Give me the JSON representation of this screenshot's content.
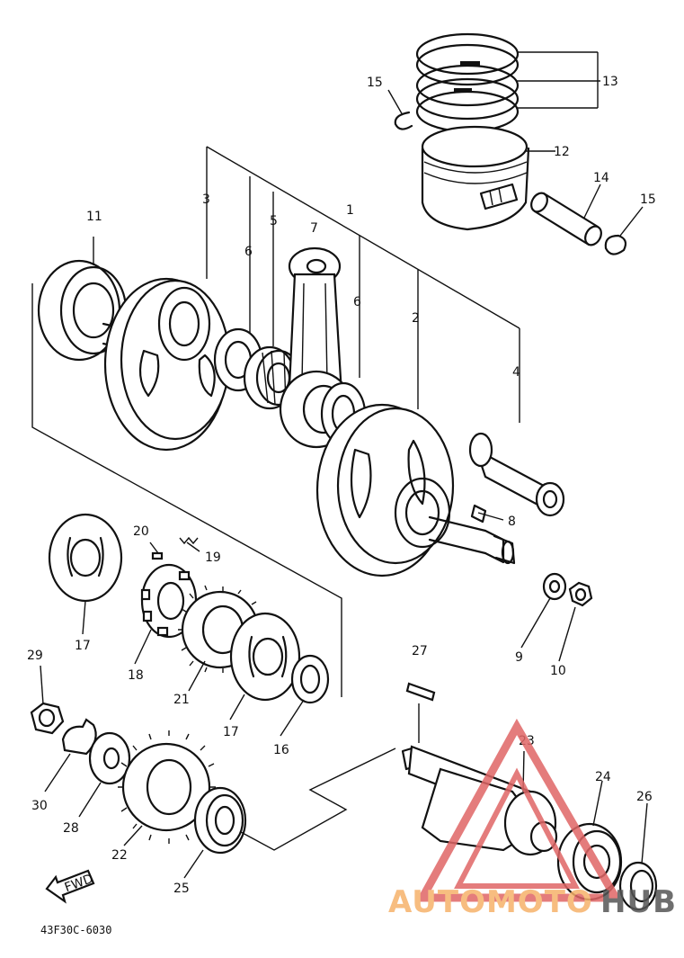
{
  "diagram": {
    "labels": {
      "p1": "1",
      "p2": "2",
      "p3": "3",
      "p4": "4",
      "p5": "5",
      "p6a": "6",
      "p6b": "6",
      "p7": "7",
      "p8": "8",
      "p9": "9",
      "p10": "10",
      "p11": "11",
      "p12": "12",
      "p13": "13",
      "p14": "14",
      "p15a": "15",
      "p15b": "15",
      "p16": "16",
      "p17a": "17",
      "p17b": "17",
      "p18": "18",
      "p19": "19",
      "p20": "20",
      "p21": "21",
      "p22": "22",
      "p23": "23",
      "p24": "24",
      "p25": "25",
      "p26": "26",
      "p27": "27",
      "p28": "28",
      "p29": "29",
      "p30": "30"
    },
    "fwd_label": "FWD",
    "catalog_code": "43F30C-6030"
  },
  "watermark": {
    "text_a": "AUTOMOTO",
    "text_b": "HUB",
    "color_a": "#f6b26b",
    "color_b": "#555555",
    "triangle_color": "#e06666"
  }
}
